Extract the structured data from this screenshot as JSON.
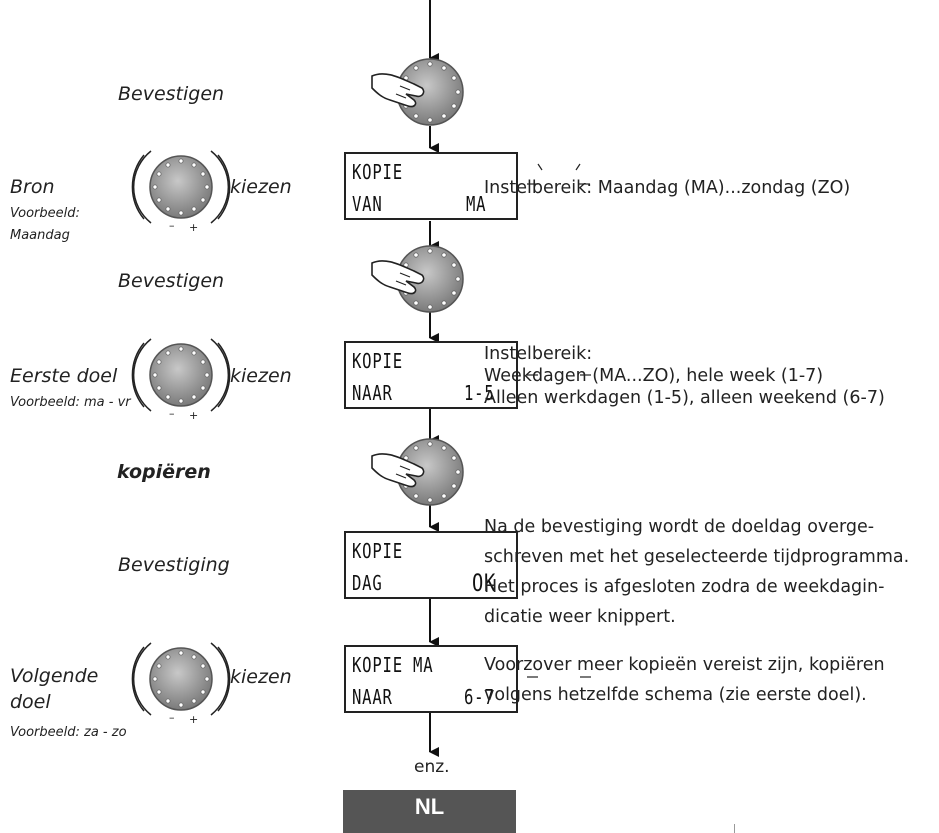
{
  "colors": {
    "line": "#111111",
    "knob": "#9a9a9a",
    "badge": "#555555"
  },
  "steps": [
    {
      "left_label": "Bevestigen",
      "action_icon": "press-knob-icon"
    },
    {
      "left_label": "Bron",
      "sub_label": "Voorbeeld:",
      "sub_label2": "Maandag",
      "action_label": "kiezen",
      "action_icon": "rotate-knob-icon",
      "lcd_line1": "KOPIE",
      "lcd_line2_left": "VAN",
      "lcd_line2_right": "MA",
      "desc": "Instelbereik:  Maandag (MA)...zondag (ZO)"
    },
    {
      "left_label": "Bevestigen",
      "action_icon": "press-knob-icon"
    },
    {
      "left_label": "Eerste doel",
      "sub_label": "Voorbeeld: ma - vr",
      "action_label": "kiezen",
      "action_icon": "rotate-knob-icon",
      "lcd_line1": "KOPIE",
      "lcd_line2_left": "NAAR",
      "lcd_line2_right": "1-5",
      "desc_lines": [
        "Instelbereik:",
        "Weekdagen (MA...ZO), hele week (1-7)",
        "Alleen werkdagen (1-5), alleen weekend   (6-7)"
      ]
    },
    {
      "left_label": "kopiëren",
      "action_icon": "press-knob-icon"
    },
    {
      "left_label": "Bevestiging",
      "lcd_line1": "KOPIE",
      "lcd_line2_left": "DAG",
      "lcd_line2_right": "OK",
      "desc_lines": [
        "Na de bevestiging wordt de doeldag overge-",
        "schreven met het geselecteerde tijdprogramma.",
        "Het proces is afgesloten zodra de weekdagin-",
        "dicatie weer knippert."
      ]
    },
    {
      "left_label": "Volgende",
      "left_label2": "doel",
      "sub_label": "Voorbeeld: za - zo",
      "action_label": "kiezen",
      "action_icon": "rotate-knob-icon",
      "lcd_line1": "KOPIE  MA",
      "lcd_line2_left": "NAAR",
      "lcd_line2_right": "6-7",
      "desc_lines": [
        "Voorzover meer kopieën vereist zijn, kopiëren",
        "volgens hetzelfde schema (zie eerste doel)."
      ]
    }
  ],
  "footer": {
    "enz": "enz.",
    "lang_badge": "NL"
  }
}
